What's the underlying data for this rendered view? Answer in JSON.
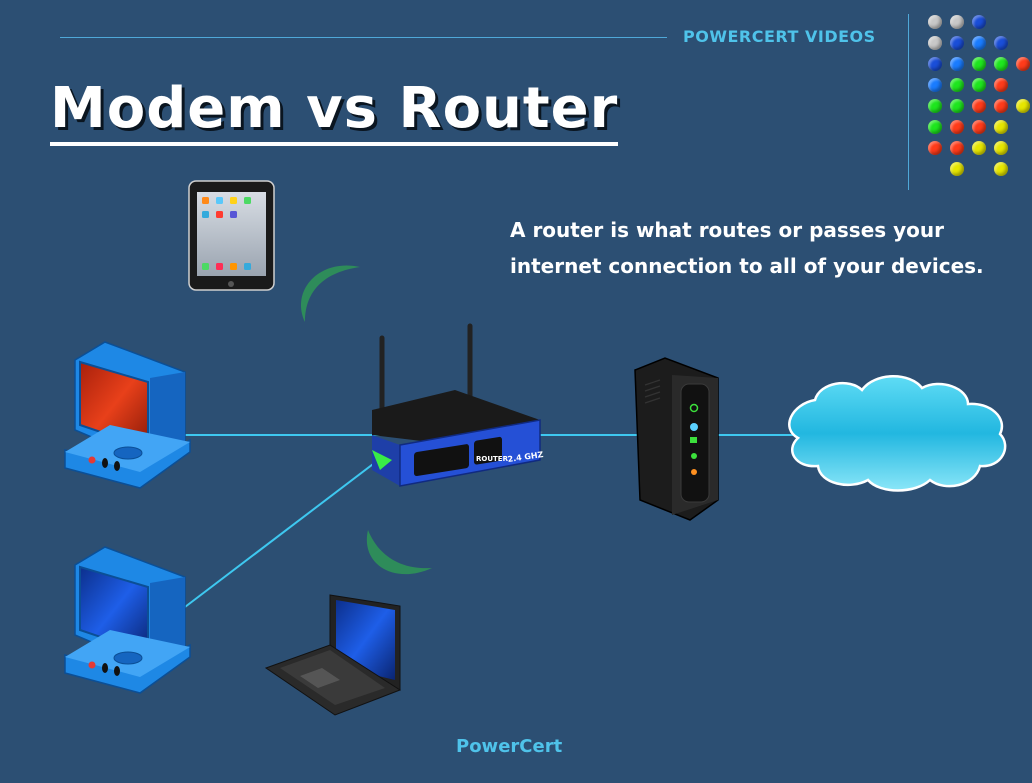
{
  "header": {
    "brand": "POWERCERT VIDEOS",
    "title": "Modem vs Router"
  },
  "description": "A router is what routes or passes your internet connection to all of your devices.",
  "router": {
    "label": "ROUTER",
    "band": "2.4 GHZ"
  },
  "footer": {
    "brand": "PowerCert"
  },
  "colors": {
    "background": "#2c4f73",
    "accent": "#4fc3ea",
    "link_line": "#3ec8f0",
    "monitor_blue": "#1e88e5",
    "screen_red": "#e53a1c",
    "cloud": "#35c6ea",
    "wifi_arc": "#2e8c5a"
  },
  "dot_grid": [
    [
      "#c8c8c8",
      "#c8c8c8",
      "#1a4ed8"
    ],
    [
      "#c8c8c8",
      "#1a4ed8",
      "#1a7cff",
      "#1a4ed8"
    ],
    [
      "#1a4ed8",
      "#1a7cff",
      "#1ee61e",
      "#1ee61e",
      "#ff3b1a"
    ],
    [
      "#1a7cff",
      "#1ee61e",
      "#1ee61e",
      "#ff3b1a"
    ],
    [
      "#1ee61e",
      "#1ee61e",
      "#ff3b1a",
      "#ff3b1a",
      "#e6e600"
    ],
    [
      "#1ee61e",
      "#ff3b1a",
      "#ff3b1a",
      "#e6e600"
    ],
    [
      "#ff3b1a",
      "#ff3b1a",
      "#e6e600",
      "#e6e600"
    ],
    [
      "",
      "#e6e600",
      "",
      "#e6e600"
    ]
  ]
}
